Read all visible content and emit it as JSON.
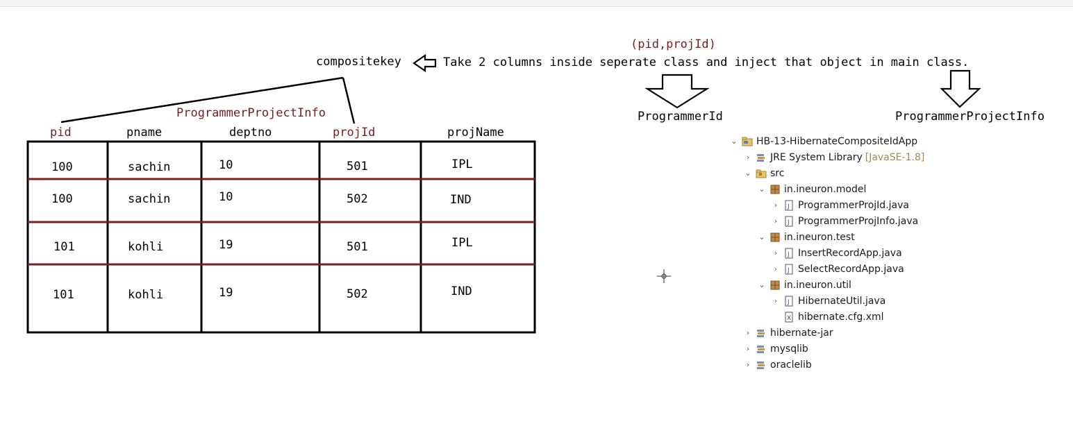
{
  "annotations": {
    "pid_projid": "(pid,projId)",
    "compositekey": "compositekey",
    "instruction": "Take 2 columns inside seperate class and inject that object in main class.",
    "programmer_id": "ProgrammerId",
    "programmer_project_info_right": "ProgrammerProjectInfo",
    "programmer_project_info_table": "ProgrammerProjectInfo"
  },
  "table": {
    "headers": [
      "pid",
      "pname",
      "deptno",
      "projId",
      "projName"
    ],
    "rows": [
      [
        "100",
        "sachin",
        "10",
        "501",
        "IPL"
      ],
      [
        "100",
        "sachin",
        "10",
        "502",
        "IND"
      ],
      [
        "101",
        "kohli",
        "19",
        "501",
        "IPL"
      ],
      [
        "101",
        "kohli",
        "19",
        "502",
        "IND"
      ]
    ]
  },
  "explorer": {
    "project": "HB-13-HibernateCompositeIdApp",
    "jre": "JRE System Library",
    "jre_decoration": "[JavaSE-1.8]",
    "src": "src",
    "pkg_model": "in.ineuron.model",
    "file_projid": "ProgrammerProjId.java",
    "file_projinfo": "ProgrammerProjInfo.java",
    "pkg_test": "in.ineuron.test",
    "file_insert": "InsertRecordApp.java",
    "file_select": "SelectRecordApp.java",
    "pkg_util": "in.ineuron.util",
    "file_util": "HibernateUtil.java",
    "file_cfg": "hibernate.cfg.xml",
    "lib_hibernate": "hibernate-jar",
    "lib_mysql": "mysqlib",
    "lib_oracle": "oraclelib"
  },
  "colors": {
    "annotation_red": "#7b1c1c",
    "row_divider": "#7a1f1f",
    "decoration": "#a08a50"
  }
}
